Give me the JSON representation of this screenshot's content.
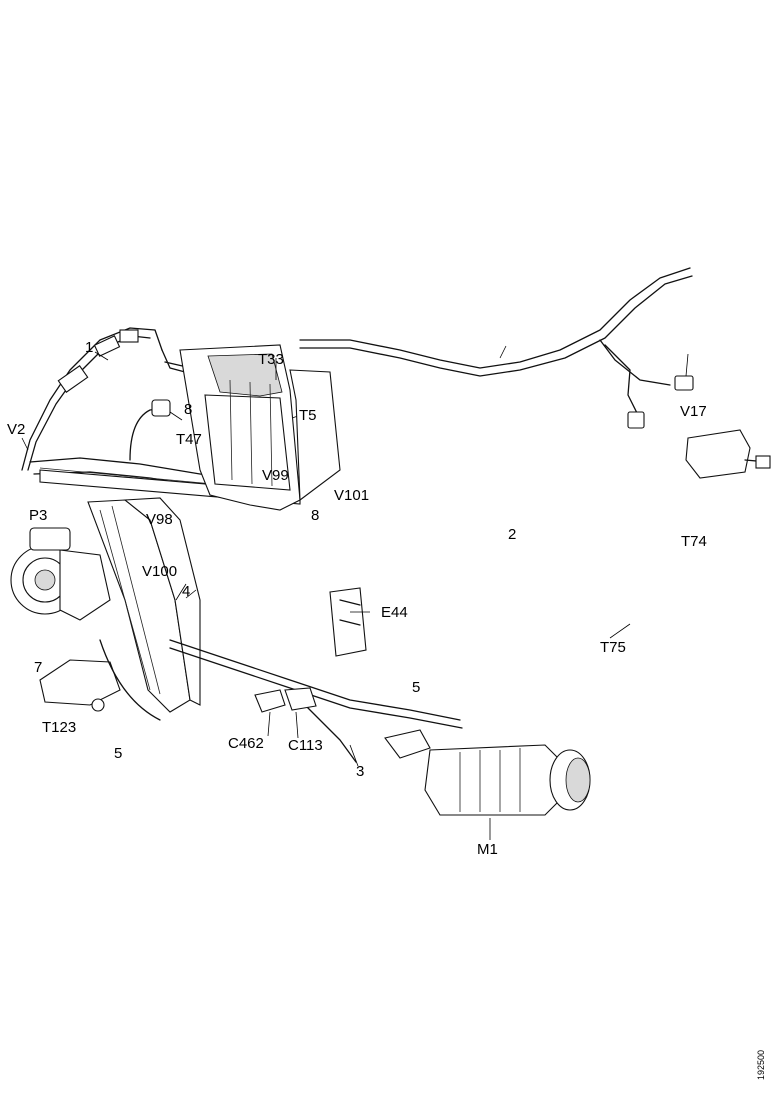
{
  "callouts": {
    "c1": "1",
    "c2": "2",
    "c3": "3",
    "c4": "4",
    "c5_left": "5",
    "c5_right": "5",
    "c7": "7",
    "c8_top": "8",
    "c8_mid": "8",
    "V2": "V2",
    "P3": "P3",
    "T33": "T33",
    "T5": "T5",
    "T47": "T47",
    "V17": "V17",
    "V99": "V99",
    "V101": "V101",
    "V98": "V98",
    "V100": "V100",
    "T74": "T74",
    "T75": "T75",
    "E44": "E44",
    "T123": "T123",
    "C462": "C462",
    "C113": "C113",
    "M1": "M1"
  },
  "reference_number": "192500"
}
